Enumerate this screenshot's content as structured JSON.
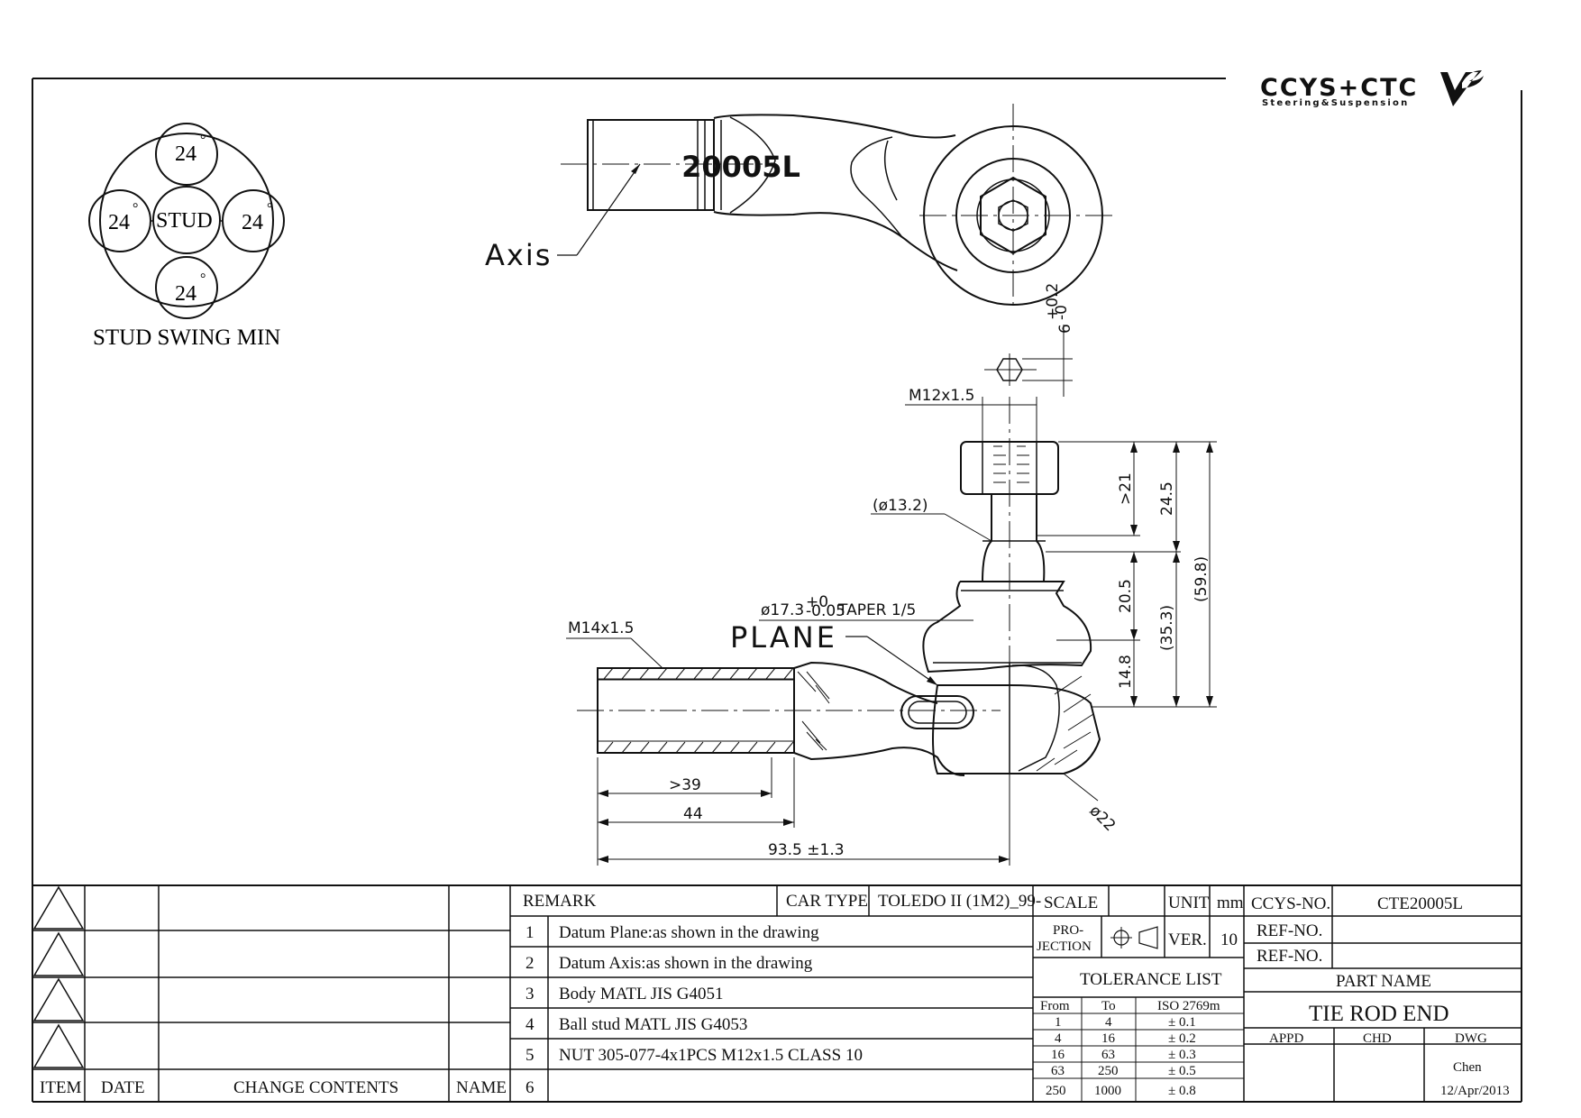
{
  "logo": {
    "brand": "CCYS+CTC",
    "tagline": "Steering&Suspension"
  },
  "stud_swing": {
    "angle": "24",
    "degree": "°",
    "center": "STUD",
    "caption": "STUD SWING MIN"
  },
  "part_marking": "20005L",
  "callouts": {
    "axis": "Axis",
    "plane": "PLANE",
    "m14": "M14x1.5",
    "m12": "M12x1.5",
    "taper": "ø17.3",
    "taper_tol_up": "+0",
    "taper_tol_low": "-0.05",
    "taper_text": "TAPER 1/5",
    "d13": "(ø13.2)",
    "d22": "ø22",
    "six": "6",
    "six_tol_up": "+0.2",
    "six_tol_low": "-0"
  },
  "dimensions": {
    "d39": ">39",
    "d44": "44",
    "d93": "93.5 ±1.3",
    "d21": ">21",
    "d24_5": "24.5",
    "d59_8": "(59.8)",
    "d20_5": "20.5",
    "d35_3": "(35.3)",
    "d14_8": "14.8"
  },
  "change_table": {
    "headers": [
      "ITEM",
      "DATE",
      "CHANGE CONTENTS",
      "NAME"
    ]
  },
  "remarks": {
    "header": "REMARK",
    "car_type_label": "CAR TYPE",
    "car_type_value": "TOLEDO II (1M2)_99-",
    "rows": [
      {
        "no": "1",
        "text": "Datum Plane:as shown in the drawing"
      },
      {
        "no": "2",
        "text": "Datum Axis:as shown in the drawing"
      },
      {
        "no": "3",
        "text": "Body MATL JIS G4051"
      },
      {
        "no": "4",
        "text": "Ball stud MATL JIS G4053"
      },
      {
        "no": "5",
        "text": "NUT 305-077-4x1PCS M12x1.5 CLASS 10"
      },
      {
        "no": "6",
        "text": ""
      }
    ]
  },
  "spec": {
    "scale_label": "SCALE",
    "unit_label": "UNIT",
    "unit_value": "mm",
    "projection_l1": "PRO-",
    "projection_l2": "JECTION",
    "ver_label": "VER.",
    "ver_value": "10",
    "tolerance_title": "TOLERANCE LIST",
    "tol_headers": [
      "From",
      "To",
      "ISO 2769m"
    ],
    "tol_rows": [
      [
        "1",
        "4",
        "± 0.1"
      ],
      [
        "4",
        "16",
        "± 0.2"
      ],
      [
        "16",
        "63",
        "± 0.3"
      ],
      [
        "63",
        "250",
        "± 0.5"
      ],
      [
        "250",
        "1000",
        "± 0.8"
      ]
    ]
  },
  "title_block": {
    "ccys_label": "CCYS-NO.",
    "ccys_value": "CTE20005L",
    "ref1_label": "REF-NO.",
    "ref2_label": "REF-NO.",
    "part_name_label": "PART NAME",
    "part_name": "TIE ROD END",
    "appd": "APPD",
    "chd": "CHD",
    "dwg": "DWG",
    "drawn_by": "Chen",
    "date": "12/Apr/2013"
  }
}
